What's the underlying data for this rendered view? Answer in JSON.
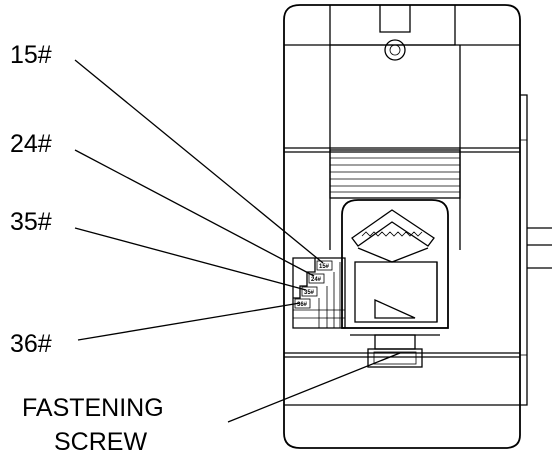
{
  "labels": {
    "size_15": "15#",
    "size_24": "24#",
    "size_35": "35#",
    "size_36": "36#",
    "fastening_screw_line1": "FASTENING",
    "fastening_screw_line2": "SCREW"
  },
  "wire_slot_markings": {
    "slot_15": "15#",
    "slot_24": "24#",
    "slot_35": "35#",
    "slot_36": "36#"
  },
  "colors": {
    "line": "#000000",
    "background": "#ffffff"
  }
}
